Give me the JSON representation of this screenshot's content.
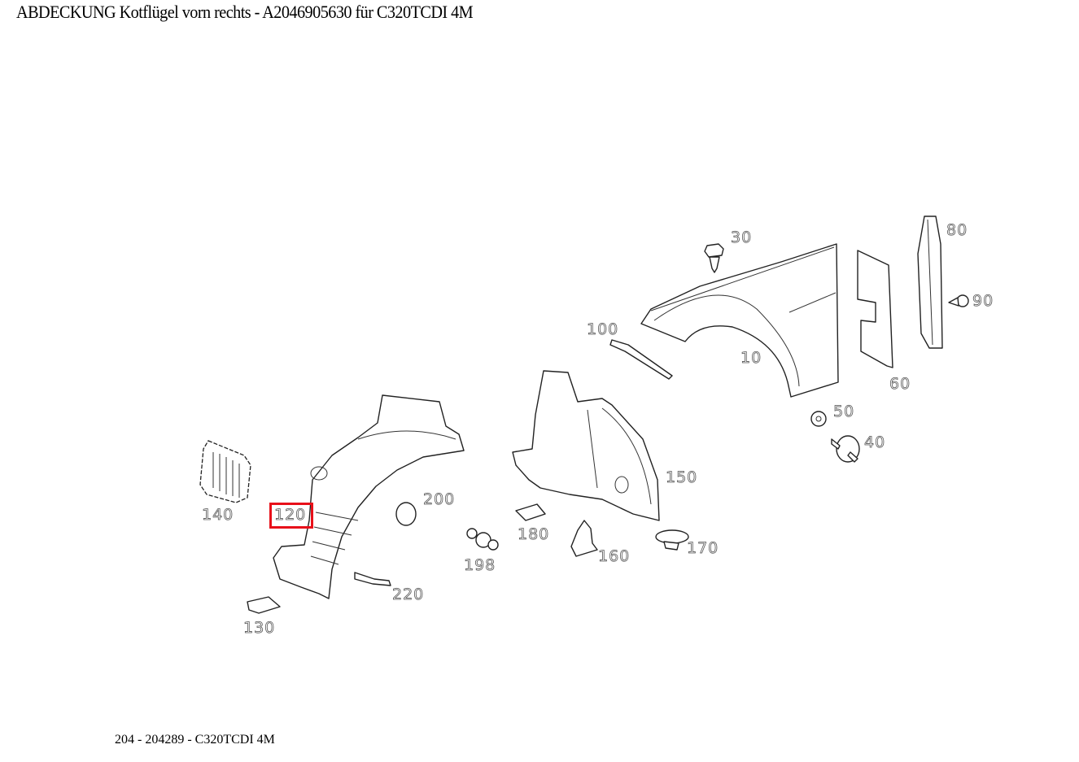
{
  "header": {
    "title": "ABDECKUNG Kotflügel vorn rechts - A2046905630 für C320TCDI 4M"
  },
  "footer": {
    "text": "204 - 204289 - C320TCDI 4M"
  },
  "diagram": {
    "highlighted_part": "120",
    "highlight_color": "#e8101a",
    "parts": [
      {
        "id": "10",
        "label": "10",
        "name": "fender"
      },
      {
        "id": "30",
        "label": "30",
        "name": "hex-bolt"
      },
      {
        "id": "40",
        "label": "40",
        "name": "stud-fastener"
      },
      {
        "id": "50",
        "label": "50",
        "name": "grommet"
      },
      {
        "id": "60",
        "label": "60",
        "name": "insulation-pad"
      },
      {
        "id": "80",
        "label": "80",
        "name": "fender-bracket"
      },
      {
        "id": "90",
        "label": "90",
        "name": "screw"
      },
      {
        "id": "100",
        "label": "100",
        "name": "mounting-strip"
      },
      {
        "id": "120",
        "label": "120",
        "name": "wheel-arch-liner-front"
      },
      {
        "id": "130",
        "label": "130",
        "name": "clip-nut"
      },
      {
        "id": "140",
        "label": "140",
        "name": "vent-grille"
      },
      {
        "id": "150",
        "label": "150",
        "name": "wheel-arch-liner-rear"
      },
      {
        "id": "160",
        "label": "160",
        "name": "clip"
      },
      {
        "id": "170",
        "label": "170",
        "name": "expanding-rivet"
      },
      {
        "id": "180",
        "label": "180",
        "name": "clip-nut"
      },
      {
        "id": "198",
        "label": "198",
        "name": "push-rivet"
      },
      {
        "id": "200",
        "label": "200",
        "name": "plug"
      },
      {
        "id": "220",
        "label": "220",
        "name": "tree-clip"
      }
    ]
  }
}
